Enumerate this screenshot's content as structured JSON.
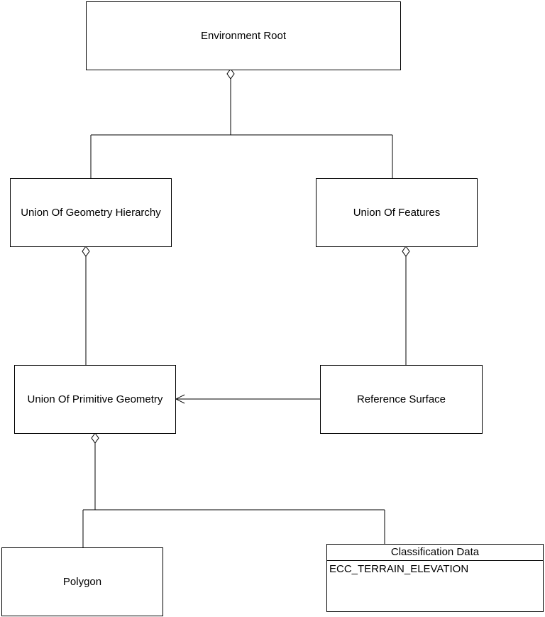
{
  "diagram": {
    "nodes": {
      "environment_root": "Environment Root",
      "union_geometry_hierarchy": "Union Of Geometry Hierarchy",
      "union_features": "Union Of Features",
      "union_primitive_geometry": "Union Of Primitive Geometry",
      "reference_surface": "Reference Surface",
      "polygon": "Polygon",
      "classification_data": {
        "title": "Classification Data",
        "attribute": "ECC_TERRAIN_ELEVATION"
      }
    },
    "edges": [
      {
        "from": "union_geometry_hierarchy",
        "to": "environment_root",
        "type": "aggregation"
      },
      {
        "from": "union_features",
        "to": "environment_root",
        "type": "aggregation"
      },
      {
        "from": "union_primitive_geometry",
        "to": "union_geometry_hierarchy",
        "type": "aggregation"
      },
      {
        "from": "reference_surface",
        "to": "union_features",
        "type": "aggregation"
      },
      {
        "from": "reference_surface",
        "to": "union_primitive_geometry",
        "type": "association-arrow"
      },
      {
        "from": "polygon",
        "to": "union_primitive_geometry",
        "type": "aggregation"
      },
      {
        "from": "classification_data",
        "to": "union_primitive_geometry",
        "type": "aggregation"
      }
    ],
    "colors": {
      "line": "#000000",
      "background": "#ffffff"
    }
  }
}
